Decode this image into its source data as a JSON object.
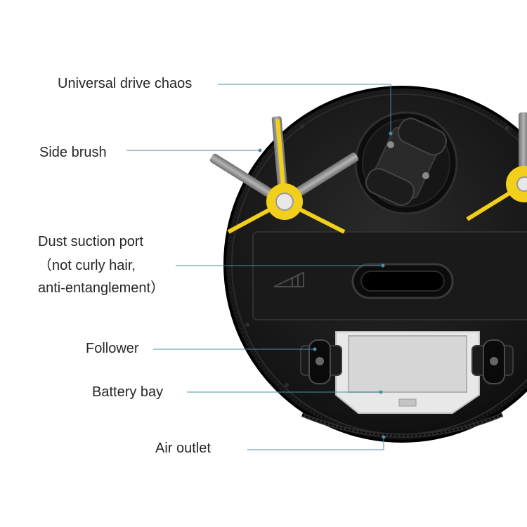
{
  "labels": {
    "universal_drive": "Universal drive chaos",
    "side_brush": "Side brush",
    "dust_suction_line1": "Dust suction port",
    "dust_suction_line2": "（not curly hair,",
    "dust_suction_line3": "anti-entanglement）",
    "follower": "Follower",
    "battery_bay": "Battery bay",
    "air_outlet": "Air outlet"
  },
  "colors": {
    "callout_line": "#4a8fa8",
    "body": "#111111",
    "brush_hub": "#f2cf1a",
    "bristle": "#8f8f8f"
  }
}
